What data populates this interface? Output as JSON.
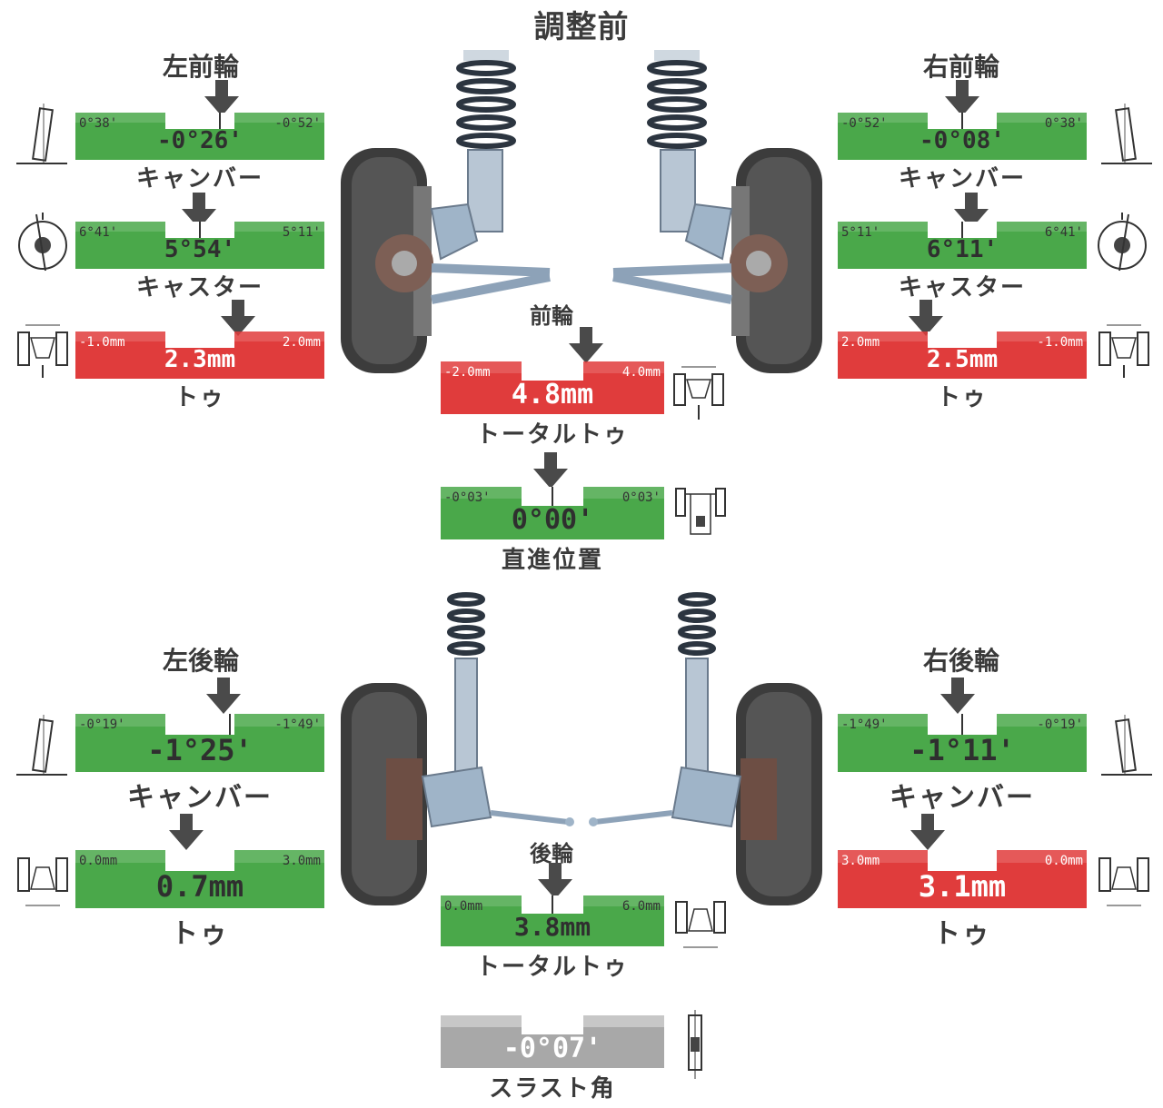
{
  "title": "調整前",
  "headers": {
    "front_left": "左前輪",
    "front_right": "右前輪",
    "front": "前輪",
    "rear_left": "左後輪",
    "rear_right": "右後輪",
    "rear": "後輪"
  },
  "labels": {
    "camber": "キャンバー",
    "caster": "キャスター",
    "toe": "トゥ",
    "total_toe": "トータルトゥ",
    "straight": "直進位置",
    "thrust": "スラスト角"
  },
  "gauges": {
    "fl_camber": {
      "min": "0°38'",
      "max": "-0°52'",
      "value": "-0°26'",
      "status": "in_range"
    },
    "fl_caster": {
      "min": "6°41'",
      "max": "5°11'",
      "value": "5°54'",
      "status": "in_range"
    },
    "fl_toe": {
      "min": "-1.0mm",
      "max": "2.0mm",
      "value": "2.3mm",
      "status": "out_of_range"
    },
    "fr_camber": {
      "min": "-0°52'",
      "max": "0°38'",
      "value": "-0°08'",
      "status": "in_range"
    },
    "fr_caster": {
      "min": "5°11'",
      "max": "6°41'",
      "value": "6°11'",
      "status": "in_range"
    },
    "fr_toe": {
      "min": "2.0mm",
      "max": "-1.0mm",
      "value": "2.5mm",
      "status": "out_of_range"
    },
    "f_total_toe": {
      "min": "-2.0mm",
      "max": "4.0mm",
      "value": "4.8mm",
      "status": "out_of_range"
    },
    "straight": {
      "min": "-0°03'",
      "max": "0°03'",
      "value": "0°00'",
      "status": "in_range"
    },
    "rl_camber": {
      "min": "-0°19'",
      "max": "-1°49'",
      "value": "-1°25'",
      "status": "in_range"
    },
    "rl_toe": {
      "min": "0.0mm",
      "max": "3.0mm",
      "value": "0.7mm",
      "status": "in_range"
    },
    "rr_camber": {
      "min": "-1°49'",
      "max": "-0°19'",
      "value": "-1°11'",
      "status": "in_range"
    },
    "rr_toe": {
      "min": "3.0mm",
      "max": "0.0mm",
      "value": "3.1mm",
      "status": "out_of_range"
    },
    "r_total_toe": {
      "min": "0.0mm",
      "max": "6.0mm",
      "value": "3.8mm",
      "status": "in_range"
    },
    "thrust": {
      "value": "-0°07'",
      "status": "neutral"
    }
  },
  "colors": {
    "in_range": "#4aa84a",
    "out_of_range": "#e03c3c",
    "neutral": "#a8a8a8",
    "arrow": "#4a4a4a"
  }
}
